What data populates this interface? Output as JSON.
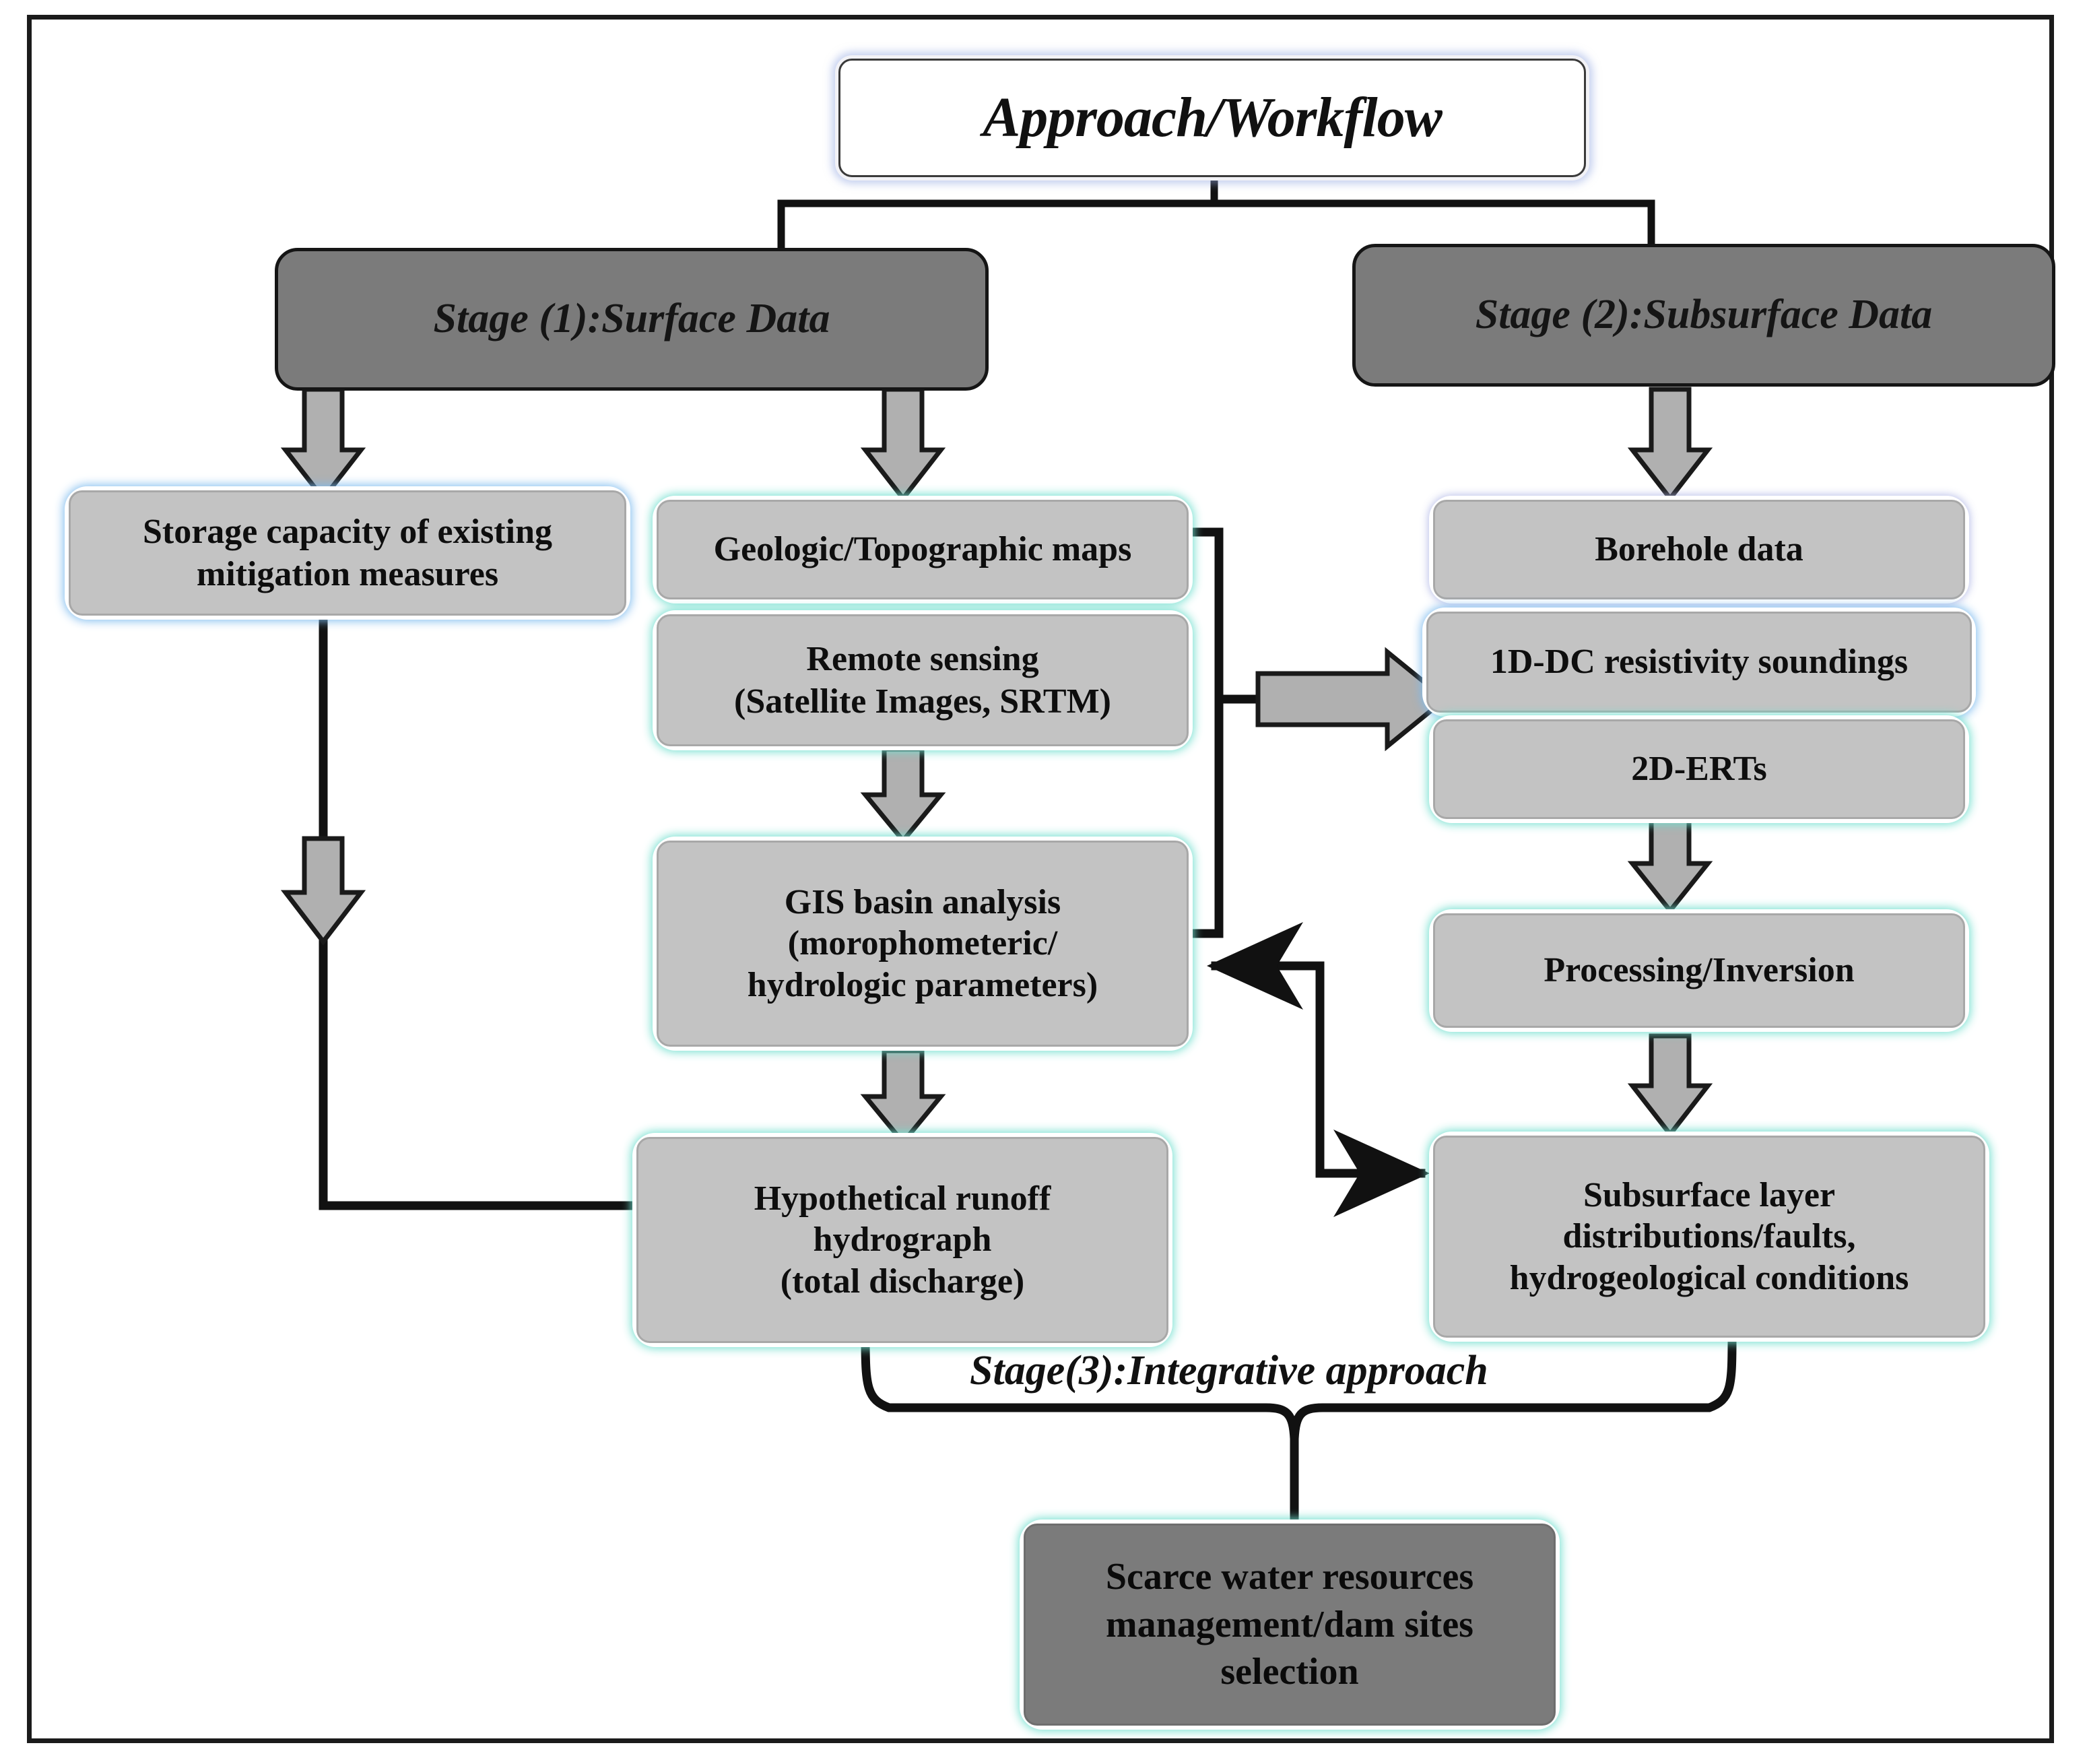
{
  "diagram": {
    "title": "Approach/Workflow",
    "stage3_caption": "Stage(3):Integrative approach",
    "colors": {
      "stage_fill": "#7b7b7b",
      "box_fill": "#c3c3c3",
      "teal_glow": "#6edecd",
      "blue_glow": "#7cbaee",
      "lavender_glow": "#aab2e4",
      "arrow_fill": "#b0b0b0",
      "line": "#111111",
      "frame": "#1b1b1b"
    },
    "stages": {
      "stage1": "Stage (1):Surface Data",
      "stage2": "Stage (2):Subsurface Data"
    },
    "nodes": {
      "storage_capacity": {
        "lines": [
          "Storage capacity  of existing",
          "mitigation measures"
        ]
      },
      "geologic_maps": {
        "lines": [
          "Geologic/Topographic maps"
        ]
      },
      "remote_sensing": {
        "lines": [
          "Remote sensing",
          "(Satellite Images, SRTM)"
        ]
      },
      "gis_basin": {
        "lines": [
          "GIS basin analysis",
          "(morophometeric/",
          "hydrologic parameters)"
        ]
      },
      "runoff_hydrograph": {
        "lines": [
          "Hypothetical runoff",
          "hydrograph",
          "(total discharge)"
        ]
      },
      "borehole_data": {
        "lines": [
          "Borehole data"
        ]
      },
      "resistivity_soundings": {
        "lines": [
          "1D-DC resistivity soundings"
        ]
      },
      "ert": {
        "lines": [
          "2D-ERTs"
        ]
      },
      "processing_inversion": {
        "lines": [
          "Processing/Inversion"
        ]
      },
      "subsurface_layers": {
        "lines": [
          "Subsurface layer",
          "distributions/faults,",
          "hydrogeological conditions"
        ]
      },
      "final_outcome": {
        "lines": [
          "Scarce water resources",
          "management/dam sites",
          "selection"
        ]
      }
    }
  }
}
